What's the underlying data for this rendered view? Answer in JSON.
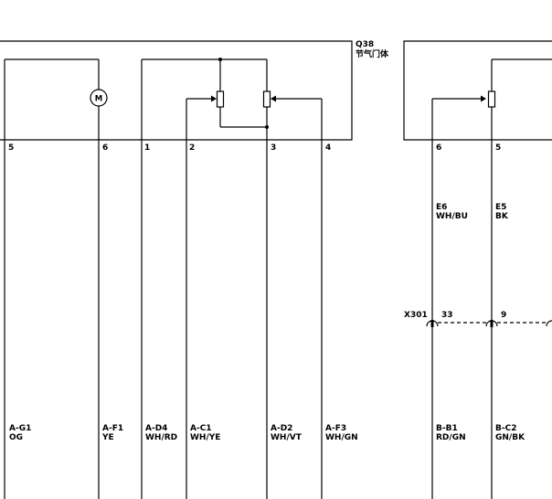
{
  "component": {
    "id": "Q38",
    "name": "节气门体"
  },
  "motor_symbol": "M",
  "left_pins": [
    "5",
    "6",
    "1",
    "2",
    "3",
    "4"
  ],
  "right_pins": [
    "6",
    "5"
  ],
  "right_wire_codes": [
    {
      "code": "E6",
      "color": "WH/BU"
    },
    {
      "code": "E5",
      "color": "BK"
    }
  ],
  "connector": {
    "id": "X301",
    "pins": [
      "33",
      "9"
    ]
  },
  "bottom_wires": [
    {
      "code": "A-G1",
      "color": "OG"
    },
    {
      "code": "A-F1",
      "color": "YE"
    },
    {
      "code": "A-D4",
      "color": "WH/RD"
    },
    {
      "code": "A-C1",
      "color": "WH/YE"
    },
    {
      "code": "A-D2",
      "color": "WH/VT"
    },
    {
      "code": "A-F3",
      "color": "WH/GN"
    },
    {
      "code": "B-B1",
      "color": "RD/GN"
    },
    {
      "code": "B-C2",
      "color": "GN/BK"
    }
  ]
}
